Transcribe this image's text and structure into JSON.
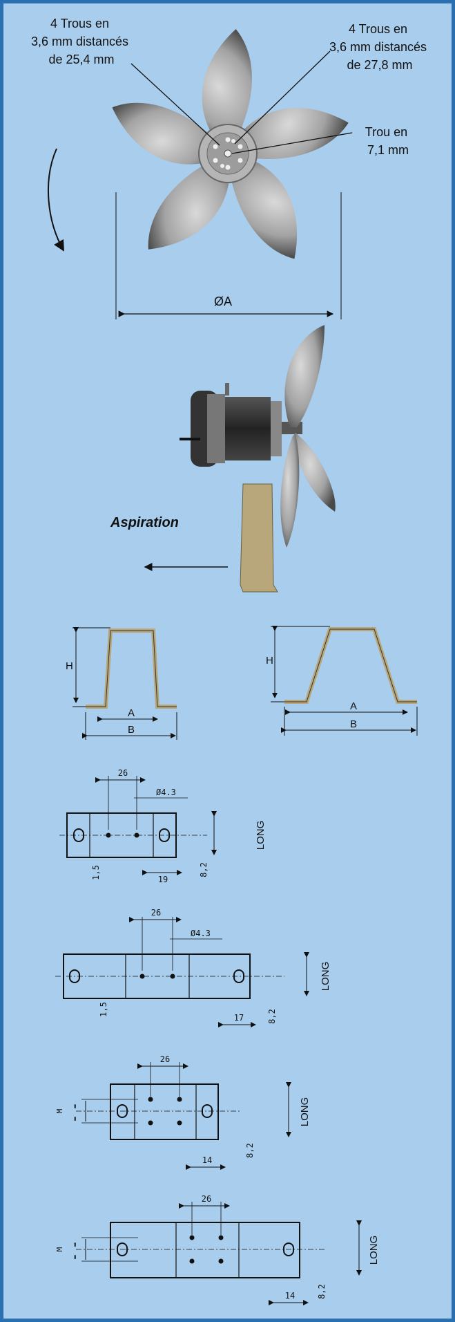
{
  "fan_top": {
    "callout_left": [
      "4 Trous en",
      "3,6 mm distancés",
      "de 25,4 mm"
    ],
    "callout_right": [
      "4 Trous en",
      "3,6 mm distancés",
      "de 27,8 mm"
    ],
    "callout_hole": [
      "Trou en",
      "7,1 mm"
    ],
    "diameter_label": "ØA"
  },
  "fan_side": {
    "airflow_label": "Aspiration"
  },
  "brackets": {
    "height": "H",
    "inner": "A",
    "outer": "B"
  },
  "plates": [
    {
      "spacing": "26",
      "hole": "Ø4.3",
      "offset": "1,5",
      "slot": "19",
      "height": "8,2",
      "long": "LONG"
    },
    {
      "spacing": "26",
      "hole": "Ø4.3",
      "offset": "1,5",
      "slot": "17",
      "height": "8,2",
      "long": "LONG"
    },
    {
      "spacing": "26",
      "mark": "M",
      "eq": "=",
      "slot": "14",
      "height": "8,2",
      "long": "LONG"
    },
    {
      "spacing": "26",
      "mark": "M",
      "eq": "=",
      "slot": "14",
      "height": "8,2",
      "long": "LONG"
    }
  ],
  "colors": {
    "background": "#a9cdec",
    "border": "#2a6fb0",
    "blade": "#8e8e8e",
    "bracket": "#b8a77a"
  }
}
